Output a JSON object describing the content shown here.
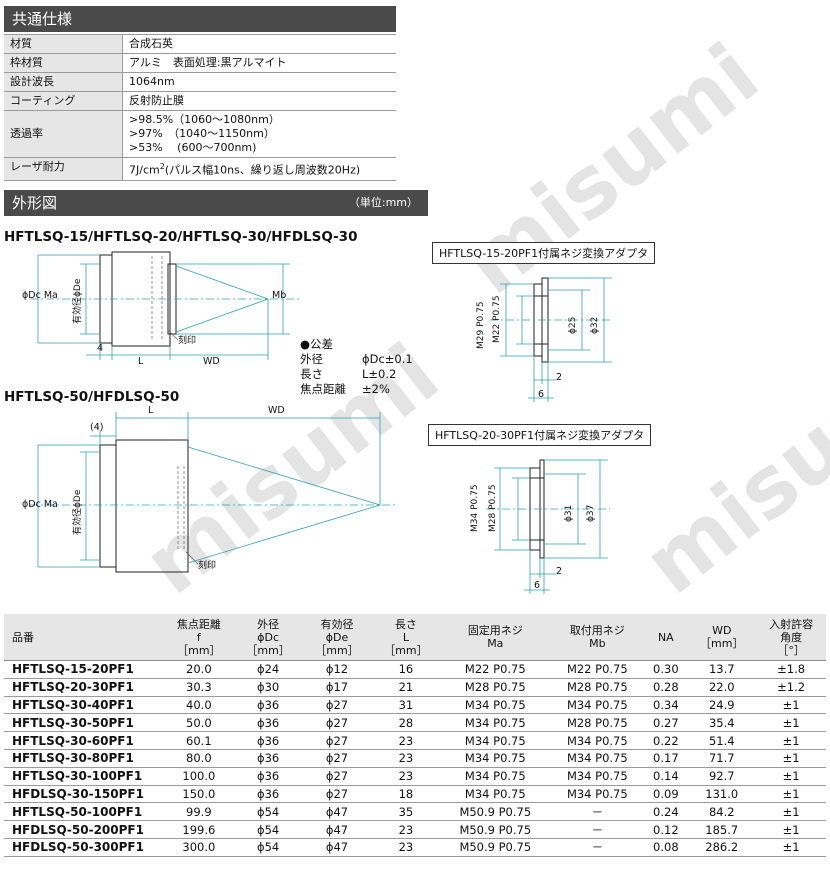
{
  "watermark": "misumi",
  "spec_section": {
    "title": "共通仕様",
    "rows": [
      {
        "key": "材質",
        "value": "合成石英"
      },
      {
        "key": "枠材質",
        "value": "アルミ　表面処理:黒アルマイト"
      },
      {
        "key": "設計波長",
        "value": "1064nm"
      },
      {
        "key": "コーティング",
        "value": "反射防止膜"
      },
      {
        "key": "透過率",
        "lines": [
          ">98.5%（1060～1080nm）",
          ">97%　（1040～1150nm）",
          ">53%　 (600～700nm)"
        ]
      },
      {
        "key": "レーザ耐力",
        "value_pre": "7J/cm",
        "value_sup": "2",
        "value_post": "(パルス幅10ns、繰り返し周波数20Hz)"
      }
    ]
  },
  "outline_section": {
    "title": "外形図",
    "unit": "（単位:mm）"
  },
  "drawing1": {
    "title": "HFTLSQ-15/HFTLSQ-20/HFTLSQ-30/HFDLSQ-30",
    "dc_ma": "ϕDc Ma",
    "de": "有効径ϕDe",
    "mb": "Mb",
    "engrave": "刻印",
    "dim4": "4",
    "dimL": "L",
    "dimWD": "WD"
  },
  "tolerance": {
    "title": "●公差",
    "rows": [
      {
        "key": "外径",
        "value": "ϕDc±0.1"
      },
      {
        "key": "長さ",
        "value": "L±0.2"
      },
      {
        "key": "焦点距離",
        "value": "±2%"
      }
    ]
  },
  "drawing2": {
    "title": "HFTLSQ-50/HFDLSQ-50",
    "dimL": "L",
    "dimWD": "WD",
    "dim4": "(4)",
    "dc_ma": "ϕDc Ma",
    "de": "有効径ϕDe",
    "engrave": "刻印"
  },
  "adapter1": {
    "title": "HFTLSQ-15-20PF1付属ネジ変換アダプタ",
    "m_outer": "M29 P0.75",
    "m_inner": "M22 P0.75",
    "d_inner": "ϕ25",
    "d_outer": "ϕ32",
    "dim_a": "2",
    "dim_b": "6"
  },
  "adapter2": {
    "title": "HFTLSQ-20-30PF1付属ネジ変換アダプタ",
    "m_outer": "M34 P0.75",
    "m_inner": "M28 P0.75",
    "d_inner": "ϕ31",
    "d_outer": "ϕ37",
    "dim_a": "2",
    "dim_b": "6"
  },
  "product_table": {
    "headers": [
      [
        "品番"
      ],
      [
        "焦点距離",
        "f",
        "［mm］"
      ],
      [
        "外径",
        "ϕDc",
        "［mm］"
      ],
      [
        "有効径",
        "ϕDe",
        "［mm］"
      ],
      [
        "長さ",
        "L",
        "［mm］"
      ],
      [
        "固定用ネジ",
        "Ma"
      ],
      [
        "取付用ネジ",
        "Mb"
      ],
      [
        "NA"
      ],
      [
        "WD",
        "［mm］"
      ],
      [
        "入射許容",
        "角度",
        "［°］"
      ]
    ],
    "rows": [
      [
        "HFTLSQ-15-20PF1",
        "20.0",
        "ϕ24",
        "ϕ12",
        "16",
        "M22 P0.75",
        "M22 P0.75",
        "0.30",
        "13.7",
        "±1.8"
      ],
      [
        "HFTLSQ-20-30PF1",
        "30.3",
        "ϕ30",
        "ϕ17",
        "21",
        "M28 P0.75",
        "M28 P0.75",
        "0.28",
        "22.0",
        "±1.2"
      ],
      [
        "HFTLSQ-30-40PF1",
        "40.0",
        "ϕ36",
        "ϕ27",
        "31",
        "M34 P0.75",
        "M34 P0.75",
        "0.34",
        "24.9",
        "±1"
      ],
      [
        "HFTLSQ-30-50PF1",
        "50.0",
        "ϕ36",
        "ϕ27",
        "28",
        "M34 P0.75",
        "M28 P0.75",
        "0.27",
        "35.4",
        "±1"
      ],
      [
        "HFTLSQ-30-60PF1",
        "60.1",
        "ϕ36",
        "ϕ27",
        "23",
        "M34 P0.75",
        "M34 P0.75",
        "0.22",
        "51.4",
        "±1"
      ],
      [
        "HFTLSQ-30-80PF1",
        "80.0",
        "ϕ36",
        "ϕ27",
        "23",
        "M34 P0.75",
        "M34 P0.75",
        "0.17",
        "71.7",
        "±1"
      ],
      [
        "HFTLSQ-30-100PF1",
        "100.0",
        "ϕ36",
        "ϕ27",
        "23",
        "M34 P0.75",
        "M34 P0.75",
        "0.14",
        "92.7",
        "±1"
      ],
      [
        "HFDLSQ-30-150PF1",
        "150.0",
        "ϕ36",
        "ϕ27",
        "18",
        "M34 P0.75",
        "M34 P0.75",
        "0.09",
        "131.0",
        "±1"
      ],
      [
        "HFTLSQ-50-100PF1",
        "99.9",
        "ϕ54",
        "ϕ47",
        "35",
        "M50.9 P0.75",
        "－",
        "0.24",
        "84.2",
        "±1"
      ],
      [
        "HFDLSQ-50-200PF1",
        "199.6",
        "ϕ54",
        "ϕ47",
        "23",
        "M50.9 P0.75",
        "－",
        "0.12",
        "185.7",
        "±1"
      ],
      [
        "HFDLSQ-50-300PF1",
        "300.0",
        "ϕ54",
        "ϕ47",
        "23",
        "M50.9 P0.75",
        "－",
        "0.08",
        "286.2",
        "±1"
      ]
    ]
  }
}
